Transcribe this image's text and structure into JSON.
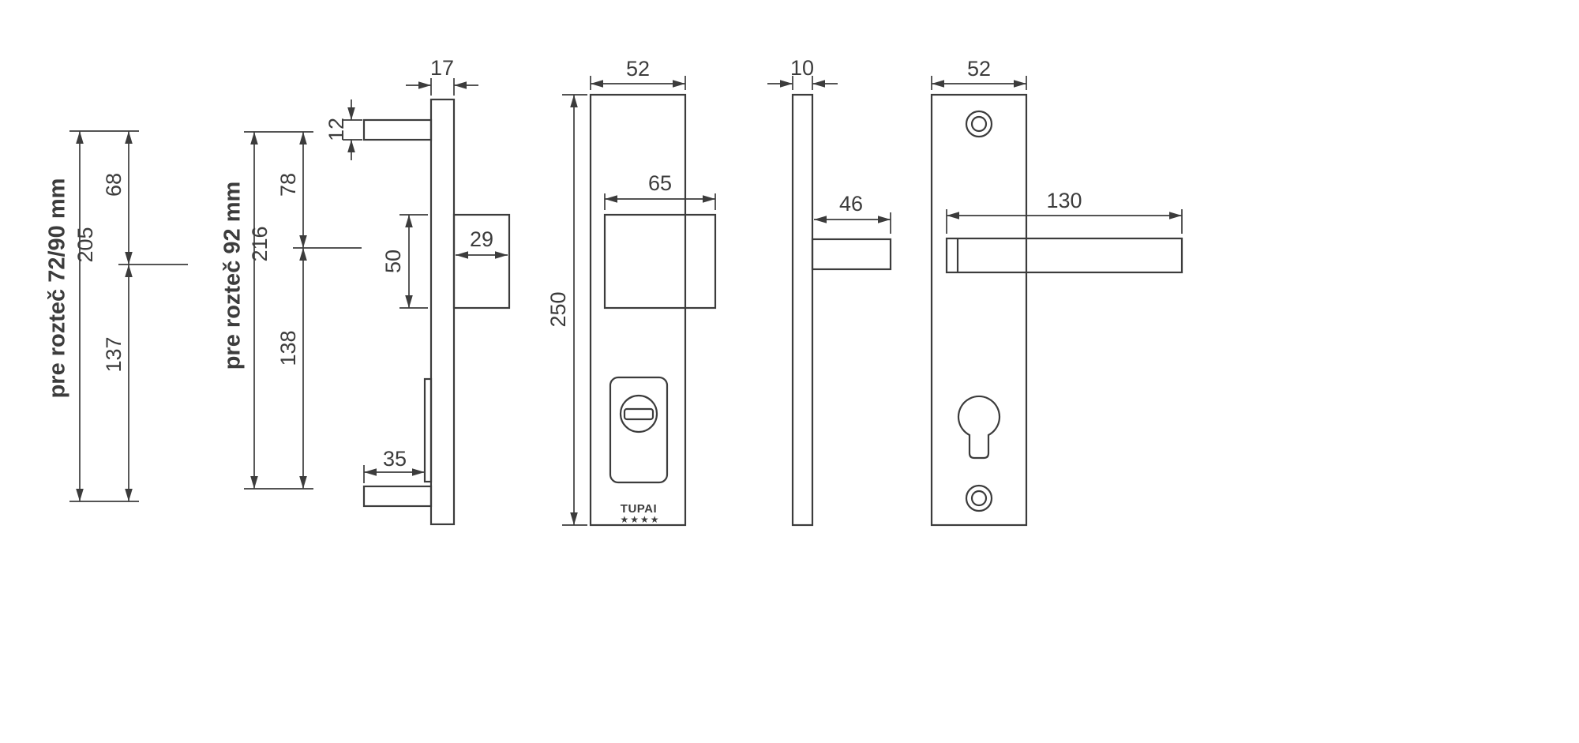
{
  "drawing": {
    "colors": {
      "line": "#3c3c3c",
      "background": "#ffffff"
    },
    "brand": {
      "name": "TUPAI",
      "stars": "★★★★"
    },
    "spacing_groups": [
      {
        "label": "pre rozteč 72/90 mm",
        "total": "205",
        "upper": "68",
        "lower": "137"
      },
      {
        "label": "pre rozteč 92 mm",
        "total": "216",
        "upper": "78",
        "lower": "138"
      }
    ],
    "exterior_profile": {
      "plate_thickness": "17",
      "handle_height": "12",
      "knob_depth": "29",
      "knob_height": "50",
      "handle_length": "35"
    },
    "exterior_front": {
      "plate_width": "52",
      "plate_height": "250",
      "knob_width": "65"
    },
    "interior_profile": {
      "plate_thickness": "10",
      "handle_depth": "46"
    },
    "interior_front": {
      "plate_width": "52",
      "handle_length": "130"
    }
  }
}
